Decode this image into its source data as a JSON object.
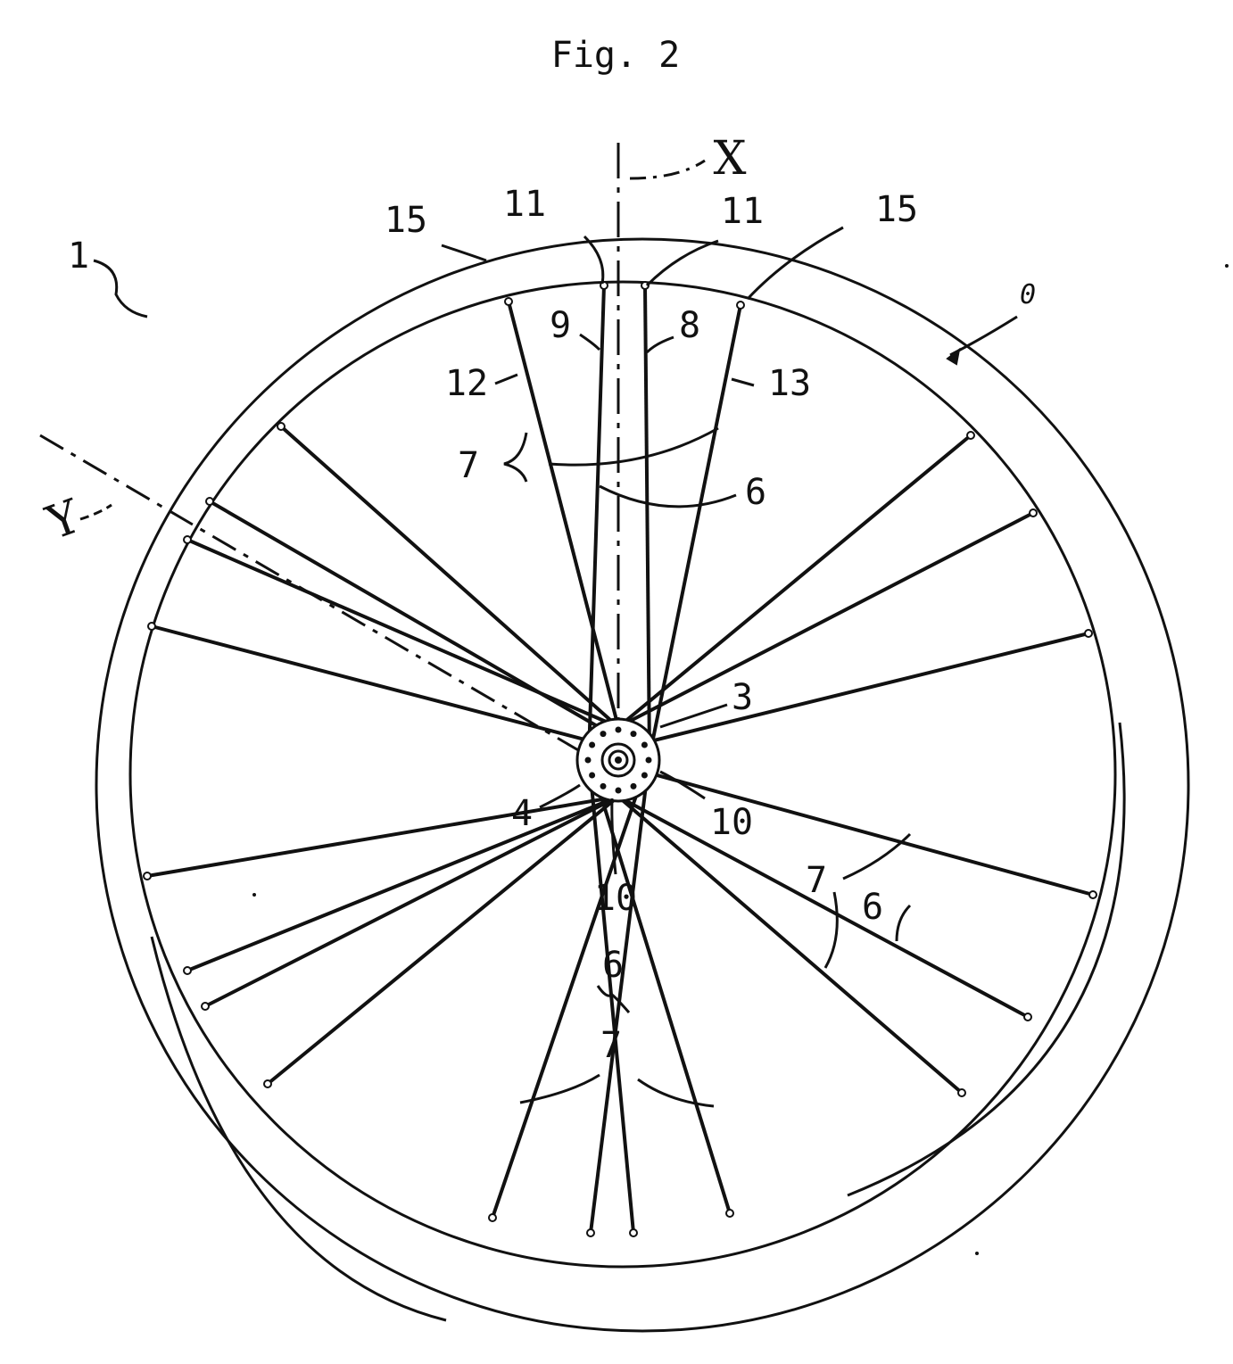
{
  "figure": {
    "title": "Fig. 2",
    "axis_label_vertical": "X",
    "axis_label_diagonal": "Y",
    "rim_arrow_label": "0",
    "line_color": "#111111",
    "background": "#ffffff"
  },
  "labels": {
    "wheel": "1",
    "hub_upper": "3",
    "hub_lower": "4",
    "spoke_6_top": "6",
    "spoke_6_bottom": "6",
    "spoke_6_right": "6",
    "spoke_7_top": "7",
    "spoke_7_bottom": "7",
    "spoke_7_right": "7",
    "spoke_8": "8",
    "spoke_9": "9",
    "flange_10_right": "10",
    "flange_10_bottom": "10",
    "nipple_11_left": "11",
    "nipple_11_right": "11",
    "spoke_12": "12",
    "spoke_13": "13",
    "rim_15_left": "15",
    "rim_15_right": "15"
  }
}
